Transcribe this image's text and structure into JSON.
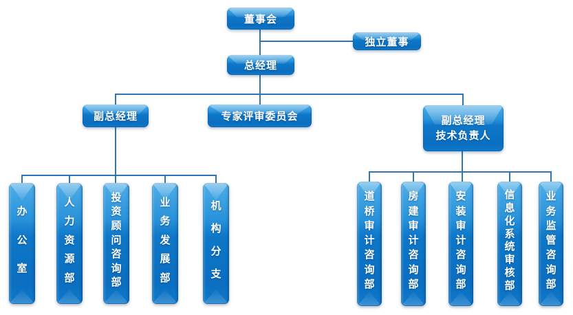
{
  "colors": {
    "node_fill": "#0C74C4",
    "node_bevel_highlight": "#3FA0E0",
    "connector": "#2E75B5",
    "node_text": "#FFFFFF",
    "background": "#FFFFFF"
  },
  "nodes": {
    "board": {
      "label": "董事会"
    },
    "independent_director": {
      "label": "独立董事"
    },
    "general_manager": {
      "label": "总经理"
    },
    "deputy_general_manager": {
      "label": "副总经理"
    },
    "expert_review_committee": {
      "label": "专家评审委员会"
    },
    "deputy_gm_technical": {
      "line1": "副总经理",
      "line2": "技术负责人"
    },
    "left_departments": [
      "办公室",
      "人力资源部",
      "投资顾问咨询部",
      "业务发展部",
      "机构分支"
    ],
    "right_departments": [
      "道桥审计咨询部",
      "房建审计咨询部",
      "安装审计咨询部",
      "信息化系统审核部",
      "业务监管咨询部"
    ]
  }
}
